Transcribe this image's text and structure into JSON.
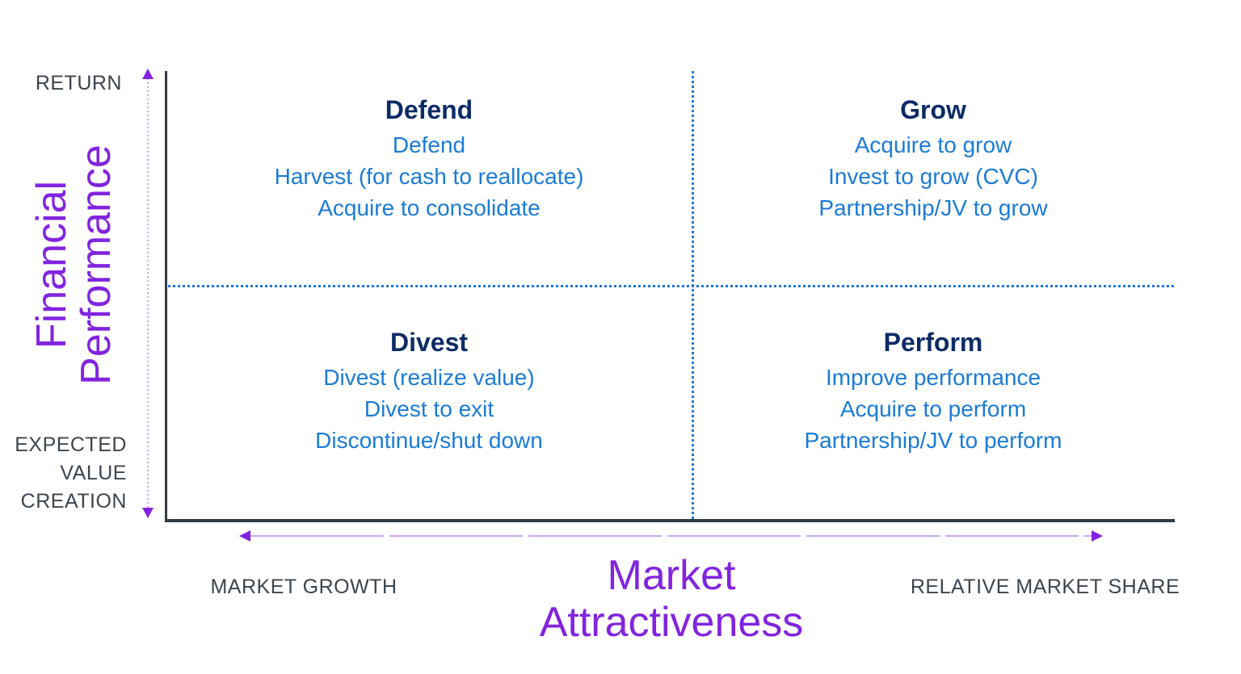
{
  "diagram": {
    "type": "2x2-strategy-matrix",
    "y_axis": {
      "title_lines": [
        "Financial",
        "Performance"
      ],
      "top_label": "RETURN",
      "bottom_label_lines": [
        "EXPECTED",
        "VALUE",
        "CREATION"
      ]
    },
    "x_axis": {
      "title_lines": [
        "Market",
        "Attractiveness"
      ],
      "left_label": "MARKET GROWTH",
      "right_label": "RELATIVE MARKET SHARE"
    },
    "quadrants": [
      {
        "position": "top-left",
        "title": "Defend",
        "items": [
          "Defend",
          "Harvest (for cash to reallocate)",
          "Acquire to consolidate"
        ]
      },
      {
        "position": "top-right",
        "title": "Grow",
        "items": [
          "Acquire to grow",
          "Invest to grow (CVC)",
          "Partnership/JV to grow"
        ]
      },
      {
        "position": "bottom-left",
        "title": "Divest",
        "items": [
          "Divest (realize value)",
          "Divest to exit",
          "Discontinue/shut down"
        ]
      },
      {
        "position": "bottom-right",
        "title": "Perform",
        "items": [
          "Improve performance",
          "Acquire to perform",
          "Partnership/JV to perform"
        ]
      }
    ]
  },
  "colors": {
    "slate": "#3b454f",
    "axis_line": "#2f3b45",
    "quad_title": "#0d2b66",
    "quad_item": "#1b7bd5",
    "dot_blue": "#1f78d1",
    "purple": "#8224df",
    "purple_light": "#cda5f2",
    "bg": "#ffffff"
  }
}
